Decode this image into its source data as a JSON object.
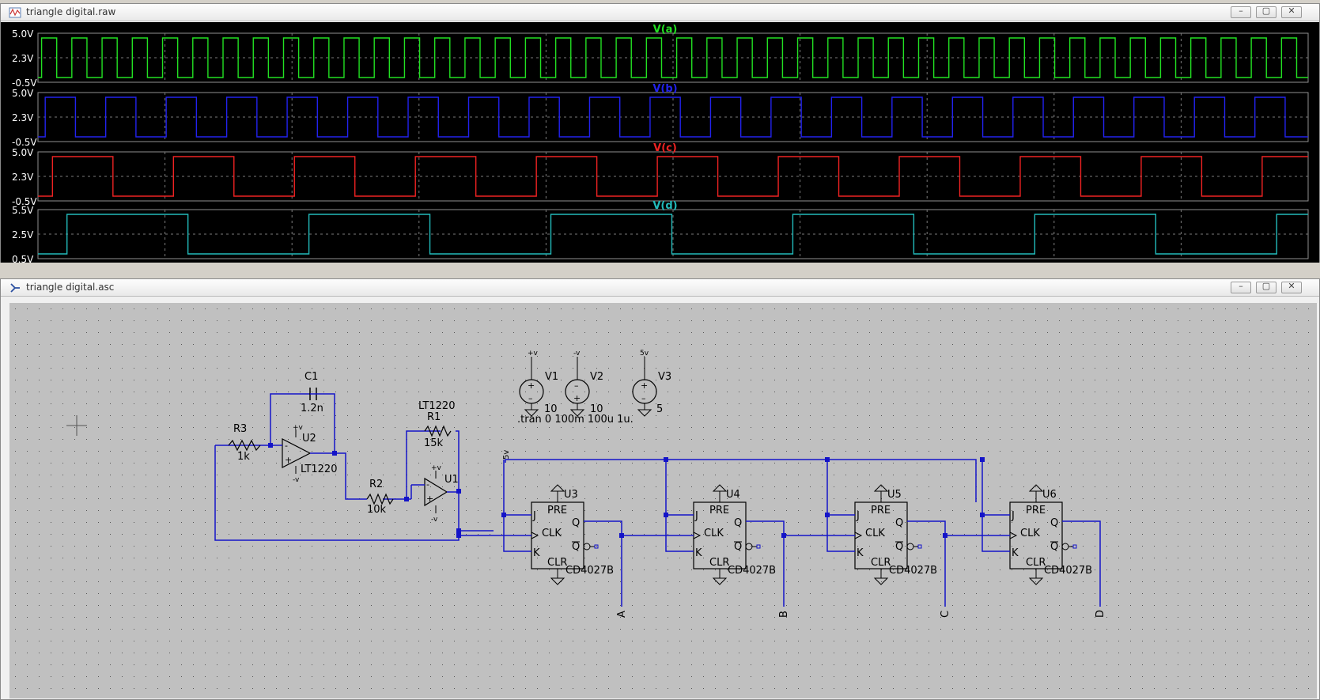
{
  "waveform_window": {
    "title": "triangle digital.raw",
    "traces": [
      {
        "name": "V(a)",
        "color": "#22e022",
        "yticks": [
          "5.0V",
          "2.3V",
          "-0.5V"
        ],
        "periods": 42
      },
      {
        "name": "V(b)",
        "color": "#2222ee",
        "yticks": [
          "5.0V",
          "2.3V",
          "-0.5V"
        ],
        "periods": 21
      },
      {
        "name": "V(c)",
        "color": "#ee2222",
        "yticks": [
          "5.0V",
          "2.3V",
          "-0.5V"
        ],
        "periods": 10.5
      },
      {
        "name": "V(d)",
        "color": "#22bbbb",
        "yticks": [
          "5.5V",
          "2.5V",
          "0.5V"
        ],
        "periods": 5.25
      }
    ]
  },
  "schematic_window": {
    "title": "triangle digital.asc",
    "components": {
      "c1": {
        "ref": "C1",
        "value": "1.2n"
      },
      "r3": {
        "ref": "R3",
        "value": "1k"
      },
      "u2": {
        "ref": "U2",
        "model": "LT1220",
        "plus": "+",
        "minus": "-",
        "vplus": "+v",
        "vminus": "-v"
      },
      "r1": {
        "ref": "R1",
        "value": "15k",
        "model_label": "LT1220"
      },
      "u1": {
        "ref": "U1",
        "plus": "+",
        "minus": "-",
        "vplus": "+v",
        "vminus": "-v"
      },
      "r2": {
        "ref": "R2",
        "value": "10k"
      },
      "v1": {
        "ref": "V1",
        "value": "10",
        "node": "+v"
      },
      "v2": {
        "ref": "V2",
        "value": "10",
        "node": "-v"
      },
      "v3": {
        "ref": "V3",
        "value": "5",
        "node": "5v"
      },
      "directive": ".tran 0 100m 100u 1u.",
      "supply_label": "5v",
      "flipflops": [
        {
          "id": "U3",
          "pre": "PRE",
          "clr": "CLR",
          "j": "J",
          "k": "K",
          "q": "Q",
          "qbar": "Q",
          "clk": "CLK",
          "part": "CD4027B",
          "out": "A"
        },
        {
          "id": "U4",
          "pre": "PRE",
          "clr": "CLR",
          "j": "J",
          "k": "K",
          "q": "Q",
          "qbar": "Q",
          "clk": "CLK",
          "part": "CD4027B",
          "out": "B"
        },
        {
          "id": "U5",
          "pre": "PRE",
          "clr": "CLR",
          "j": "J",
          "k": "K",
          "q": "Q",
          "qbar": "Q",
          "clk": "CLK",
          "part": "CD4027B",
          "out": "C"
        },
        {
          "id": "U6",
          "pre": "PRE",
          "clr": "CLR",
          "j": "J",
          "k": "K",
          "q": "Q",
          "qbar": "Q",
          "clk": "CLK",
          "part": "CD4027B",
          "out": "D"
        }
      ]
    }
  },
  "window_buttons": {
    "minimize": "–",
    "maximize": "▢",
    "close": "✕"
  }
}
